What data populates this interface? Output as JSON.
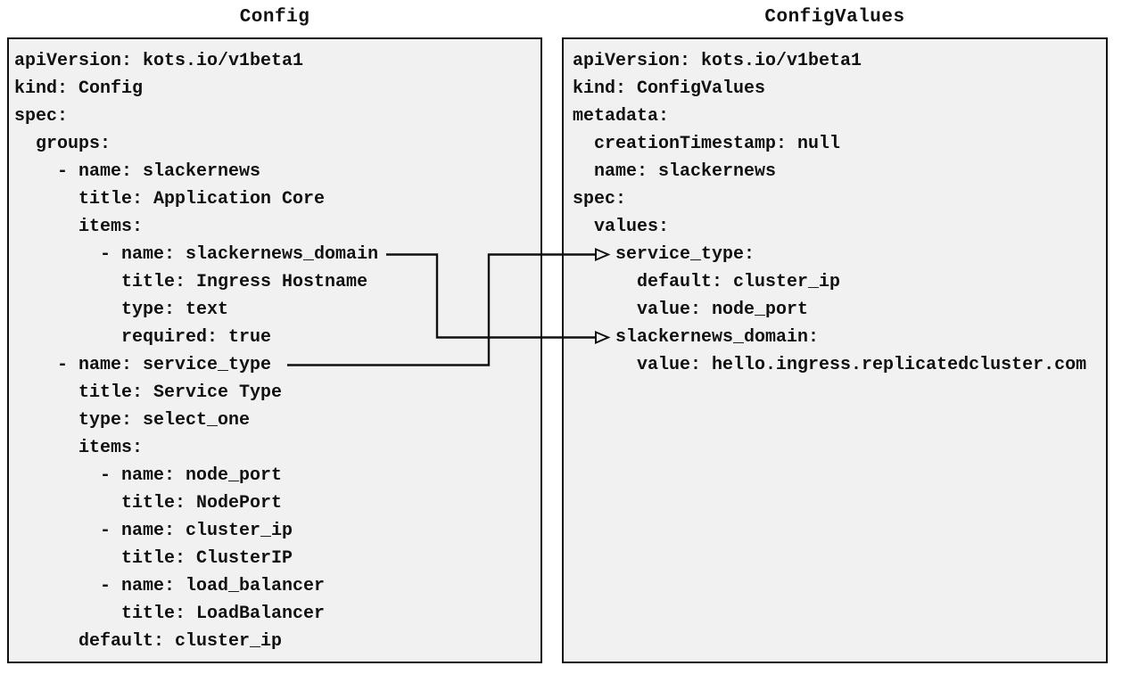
{
  "diagram": {
    "description": "Mapping between a KOTS Config manifest and a ConfigValues manifest",
    "colors": {
      "panel_background": "#f1f1f1",
      "panel_border": "#111111",
      "text": "#111111",
      "connector": "#111111",
      "page_background": "#ffffff"
    }
  },
  "panels": [
    {
      "id": "config",
      "title": "Config",
      "lines": [
        "apiVersion: kots.io/v1beta1",
        "kind: Config",
        "spec:",
        "  groups:",
        "    - name: slackernews",
        "      title: Application Core",
        "      items:",
        "        - name: slackernews_domain",
        "          title: Ingress Hostname",
        "          type: text",
        "          required: true",
        "    - name: service_type",
        "      title: Service Type",
        "      type: select_one",
        "      items:",
        "        - name: node_port",
        "          title: NodePort",
        "        - name: cluster_ip",
        "          title: ClusterIP",
        "        - name: load_balancer",
        "          title: LoadBalancer",
        "      default: cluster_ip"
      ]
    },
    {
      "id": "configvalues",
      "title": "ConfigValues",
      "lines": [
        "apiVersion: kots.io/v1beta1",
        "kind: ConfigValues",
        "metadata:",
        "  creationTimestamp: null",
        "  name: slackernews",
        "spec:",
        "  values:",
        "    service_type:",
        "      default: cluster_ip",
        "      value: node_port",
        "    slackernews_domain:",
        "      value: hello.ingress.replicatedcluster.com"
      ]
    }
  ],
  "connections": [
    {
      "from": "Config item slackernews_domain",
      "to": "ConfigValues value slackernews_domain"
    },
    {
      "from": "Config item service_type",
      "to": "ConfigValues value service_type"
    }
  ]
}
